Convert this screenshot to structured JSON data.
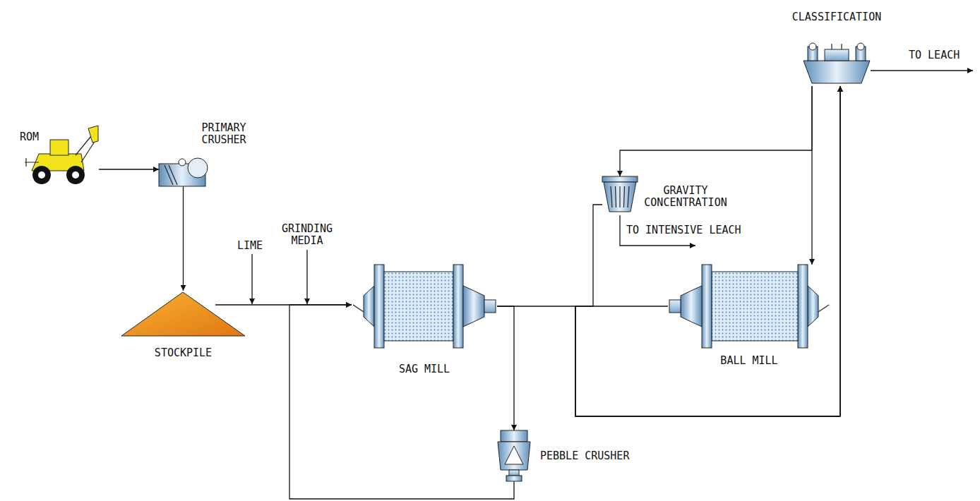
{
  "diagram": {
    "nodes": [
      {
        "text": [
          "ROM"
        ]
      },
      {
        "text": [
          "PRIMARY CRUSHER"
        ]
      },
      {
        "text": [
          "STOCKPILE"
        ]
      },
      {
        "text": [
          "SAG MILL"
        ]
      },
      {
        "text": [
          "PEBBLE CRUSHER"
        ]
      },
      {
        "text": [
          "GRAVITY CONCENTRATION"
        ]
      },
      {
        "text": [
          "BALL MILL"
        ]
      },
      {
        "text": [
          "CLASSIFICATION"
        ]
      }
    ],
    "edges": [
      {
        "from": 0,
        "to": 1,
        "arrow": "to"
      },
      {
        "from": 1,
        "to": 2,
        "arrow": "to"
      },
      {
        "from": 2,
        "to": 3,
        "arrow": "to"
      },
      {
        "from": 3,
        "to": 4,
        "arrow": "to"
      },
      {
        "from": 4,
        "to": 3,
        "arrow": "to"
      },
      {
        "from": 3,
        "to": 7,
        "arrow": "to"
      },
      {
        "from": 6,
        "to": 7,
        "arrow": "to"
      },
      {
        "from": 5,
        "to": 7,
        "arrow": "to"
      },
      {
        "from": 7,
        "to": 6,
        "arrow": "to"
      },
      {
        "from": 7,
        "to": 5,
        "arrow": "to"
      }
    ],
    "labels": [
      "LIME",
      "GRINDING MEDIA",
      "TO INTENSIVE LEACH",
      "TO LEACH"
    ]
  }
}
